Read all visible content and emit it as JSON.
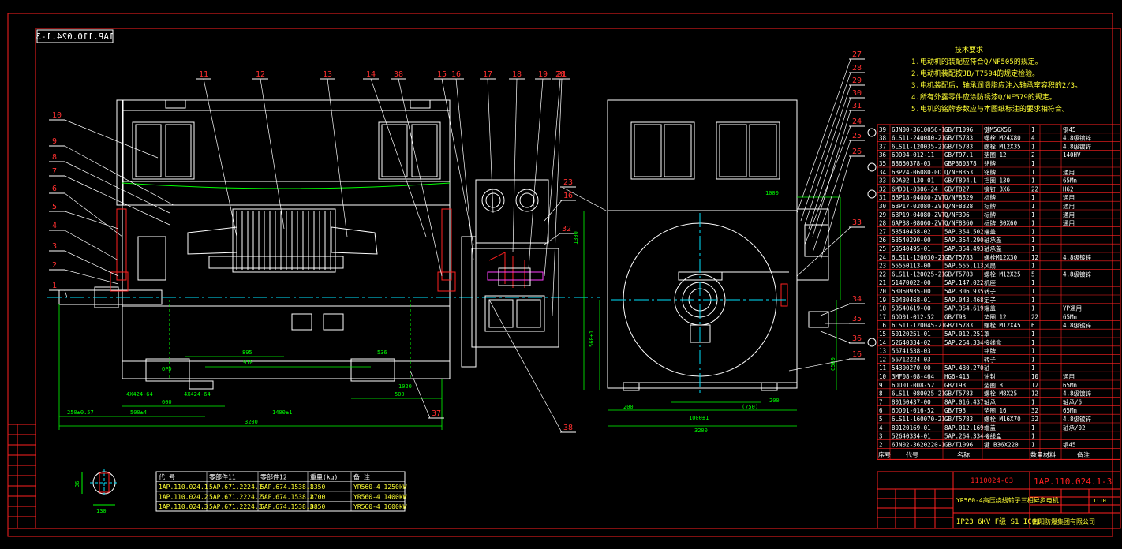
{
  "drawing_number": "1AP.110.024.1-3",
  "drawing_number_mirrored": "1AP.110.024.1-3",
  "tech_requirements": {
    "title": "技术要求",
    "lines": [
      "1.电动机的装配应符合Q/NF505的规定。",
      "2.电动机装配按JB/T7594的规定检验。",
      "3.电机装配后，轴承润滑脂应注入轴承室容积的2/3。",
      "4.所有外露零件应涂防锈漆Q/NF579的规定。",
      "5.电机的铭牌参数应与本图纸标注的要求相符合。"
    ]
  },
  "callouts_top": [
    "11",
    "12",
    "13",
    "14",
    "38",
    "15",
    "16",
    "17",
    "18",
    "19",
    "20",
    "21"
  ],
  "callouts_left": [
    "10",
    "9",
    "8",
    "7",
    "6",
    "5",
    "4",
    "3",
    "2",
    "1"
  ],
  "callouts_right": [
    "27",
    "28",
    "29",
    "30",
    "31",
    "24",
    "25",
    "26",
    "33",
    "34",
    "35",
    "36",
    "16",
    "23",
    "16",
    "32",
    "37",
    "38"
  ],
  "dimensions": {
    "overall_length": "3200",
    "d_250": "250±0.57",
    "d_500": "500±4",
    "d_1400": "1400±1",
    "d_600": "600",
    "d_895": "895",
    "d_910": "910",
    "d_536": "536",
    "d_500b": "500",
    "d_1020": "1020",
    "d_2x4": "4X424-64",
    "d_2x4b": "4X424-64",
    "d_opd": "OPD",
    "side_1000": "1000",
    "side_1300": "1300",
    "side_200l": "200",
    "side_1000b": "1000±1",
    "side_750": "(750)",
    "side_200r": "200",
    "side_3200": "3200",
    "side_560": "560±1",
    "side_c560": "C560",
    "side_h": "1300"
  },
  "bom": {
    "rows": [
      [
        "39",
        "6JN00-3610056-1",
        "GB/T1096",
        "键M56X56",
        "1",
        "钢45"
      ],
      [
        "38",
        "6LS11-240080-21",
        "GB/T5783",
        "螺栓 M24X80",
        "4",
        "4.8级镀锌"
      ],
      [
        "37",
        "6LS11-120035-21",
        "GB/T5783",
        "螺栓 M12X35",
        "1",
        "4.8级镀锌"
      ],
      [
        "36",
        "6DD04-012-11",
        "GB/T97.1",
        "垫圈 12",
        "2",
        "140HV"
      ],
      [
        "35",
        "88660378-03",
        "GBPB60378",
        "铭牌",
        "1",
        ""
      ],
      [
        "34",
        "6BP24-06080-0D",
        "Q/NF8353",
        "铭牌",
        "1",
        "通用"
      ],
      [
        "33",
        "6DA02-130-01",
        "GB/T894.1",
        "挡圈 130",
        "1",
        "65Mn"
      ],
      [
        "32",
        "6MD01-0306-24",
        "GB/T827",
        "铆钉 3X6",
        "22",
        "H62"
      ],
      [
        "31",
        "6BP18-04080-ZVT",
        "Q/NF8329",
        "标牌",
        "1",
        "通用"
      ],
      [
        "30",
        "6BP17-02080-ZVT",
        "Q/NF8328",
        "标牌",
        "1",
        "通用"
      ],
      [
        "29",
        "6BP19-04080-ZVT",
        "Q/NF396",
        "标牌",
        "1",
        "通用"
      ],
      [
        "28",
        "6AP38-08060-ZVT",
        "Q/NF8360",
        "标牌 80X60",
        "1",
        "通用"
      ],
      [
        "27",
        "53540458-02",
        "5AP.354.502",
        "端盖",
        "1",
        ""
      ],
      [
        "26",
        "53540290-00",
        "5AP.354.290",
        "轴承盖",
        "1",
        ""
      ],
      [
        "25",
        "53540495-01",
        "5AP.354.493",
        "轴承盖",
        "1",
        ""
      ],
      [
        "24",
        "6LS11-120030-21",
        "GB/T5783",
        "螺栓M12X30",
        "12",
        "4.8级镀锌"
      ],
      [
        "23",
        "55550113-00",
        "5AP.555.113",
        "风扇",
        "1",
        ""
      ],
      [
        "22",
        "6LS11-120025-21",
        "GB/T5783",
        "螺栓 M12X25",
        "5",
        "4.8级镀锌"
      ],
      [
        "21",
        "51470022-00",
        "5AP.147.022",
        "机座",
        "1",
        ""
      ],
      [
        "20",
        "53060935-00",
        "5AP.306.935",
        "转子",
        "1",
        ""
      ],
      [
        "19",
        "50430468-01",
        "5AP.043.468",
        "定子",
        "1",
        ""
      ],
      [
        "18",
        "53540619-00",
        "5AP.354.619",
        "端盖",
        "1",
        "YP通用"
      ],
      [
        "17",
        "6DD01-012-52",
        "GB/T93",
        "垫圈 12",
        "22",
        "65Mn"
      ],
      [
        "16",
        "6LS11-120045-21",
        "GB/T5783",
        "螺栓 M12X45",
        "6",
        "4.8级镀锌"
      ],
      [
        "15",
        "50120251-01",
        "5AP.012.251",
        "罩",
        "1",
        ""
      ],
      [
        "14",
        "52640334-02",
        "5AP.264.334",
        "接线盒",
        "1",
        ""
      ],
      [
        "13",
        "56741538-03",
        "",
        "铭牌",
        "1",
        ""
      ],
      [
        "12",
        "56712224-03",
        "",
        "转子",
        "1",
        ""
      ],
      [
        "11",
        "54300270-00",
        "5AP.430.270",
        "轴",
        "1",
        ""
      ],
      [
        "10",
        "3MF08-08-464",
        "HG6-413",
        "油封",
        "10",
        "通用"
      ],
      [
        "9",
        "6DD01-008-52",
        "GB/T93",
        "垫圈 8",
        "12",
        "65Mn"
      ],
      [
        "8",
        "6LS11-080025-21",
        "GB/T5783",
        "螺栓 M8X25",
        "12",
        "4.8级镀锌"
      ],
      [
        "7",
        "80160437-00",
        "8AP.016.437",
        "轴承",
        "1",
        "轴承/6"
      ],
      [
        "6",
        "6DD01-016-52",
        "GB/T93",
        "垫圈 16",
        "32",
        "65Mn"
      ],
      [
        "5",
        "6LS11-160070-21",
        "GB/T5783",
        "螺栓 M16X70",
        "32",
        "4.8级镀锌"
      ],
      [
        "4",
        "80120169-01",
        "8AP.012.169",
        "端盖",
        "1",
        "轴承/02"
      ],
      [
        "3",
        "52640334-01",
        "5AP.264.334",
        "接线盒",
        "1",
        ""
      ],
      [
        "2",
        "6JN02-3620220-1",
        "GB/T1096",
        "键 B36X220",
        "1",
        "钢45"
      ]
    ],
    "header": [
      "序号",
      "代号",
      "名称",
      "数量",
      "材料",
      "备注"
    ]
  },
  "variants_table": {
    "headers": [
      "代   号",
      "零部件11",
      "零部件12",
      "重量(kg)",
      "备   注"
    ],
    "rows": [
      [
        "1AP.110.024.1",
        "5AP.671.2224.1",
        "5AP.674.1538.1",
        "8350",
        "YR560-4 1250kW"
      ],
      [
        "1AP.110.024.2",
        "5AP.671.2224.2",
        "5AP.674.1538.2",
        "8700",
        "YR560-4 1400kW"
      ],
      [
        "1AP.110.024.3",
        "5AP.671.2224.3",
        "5AP.674.1538.3",
        "8850",
        "YR560-4 1600kW"
      ]
    ]
  },
  "title_block": {
    "code_center": "1110024-03",
    "drawing_number": "1AP.110.024.1-3",
    "product_name": "YR560-4高压绕线转子三相异步电机",
    "spec_line": "IP23  6KV  F级  S1  IC01",
    "company": "南阳防爆集团有限公司",
    "scale_label": "S",
    "sheet": "1",
    "scale": "1:10"
  },
  "shaft_detail": {
    "d1": "130",
    "d2": "36"
  },
  "colors": {
    "frame": "#ff2020",
    "outline": "#ffffff",
    "dim": "#00ff00",
    "callout": "#ff3030",
    "cyan": "#00e5ff",
    "yellow": "#ffff33",
    "magenta": "#ff40ff"
  }
}
